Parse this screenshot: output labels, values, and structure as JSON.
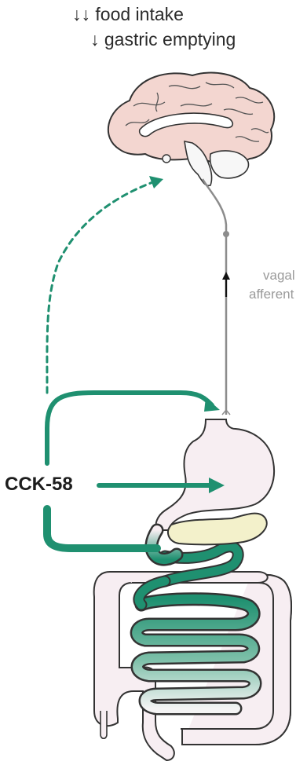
{
  "effects": {
    "food_intake": "↓↓ food intake",
    "gastric_emptying": "↓ gastric emptying"
  },
  "nerve": {
    "label_line1": "vagal",
    "label_line2": "afferent"
  },
  "hormone": {
    "label": "CCK-58"
  },
  "colors": {
    "pathway_green": "#1f9070",
    "brain_fill": "#f3d6d0",
    "gut_fill": "#f7eef2",
    "pancreas_fill": "#f3f1cb",
    "nerve_gray": "#8c8c8c",
    "outline": "#333333"
  }
}
